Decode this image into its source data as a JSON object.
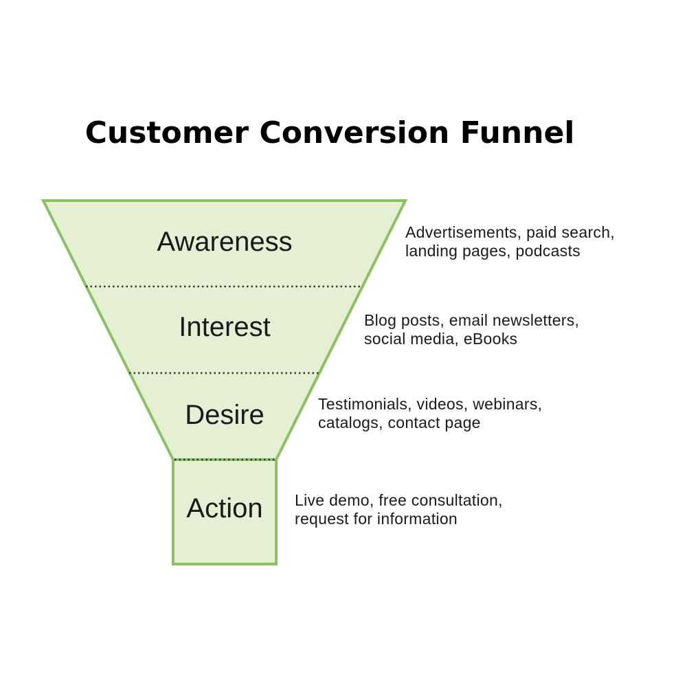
{
  "title": "Customer Conversion Funnel",
  "colors": {
    "fill": "#e4efd4",
    "stroke": "#8bc163",
    "divider": "#333333",
    "text": "#1a1a1a"
  },
  "stages": [
    {
      "label": "Awareness",
      "description": [
        "Advertisements, paid search,",
        "landing pages, podcasts"
      ]
    },
    {
      "label": "Interest",
      "description": [
        "Blog posts, email newsletters,",
        "social media, eBooks"
      ]
    },
    {
      "label": "Desire",
      "description": [
        "Testimonials, videos, webinars,",
        "catalogs, contact page"
      ]
    },
    {
      "label": "Action",
      "description": [
        "Live demo, free consultation,",
        "request for information"
      ]
    }
  ]
}
